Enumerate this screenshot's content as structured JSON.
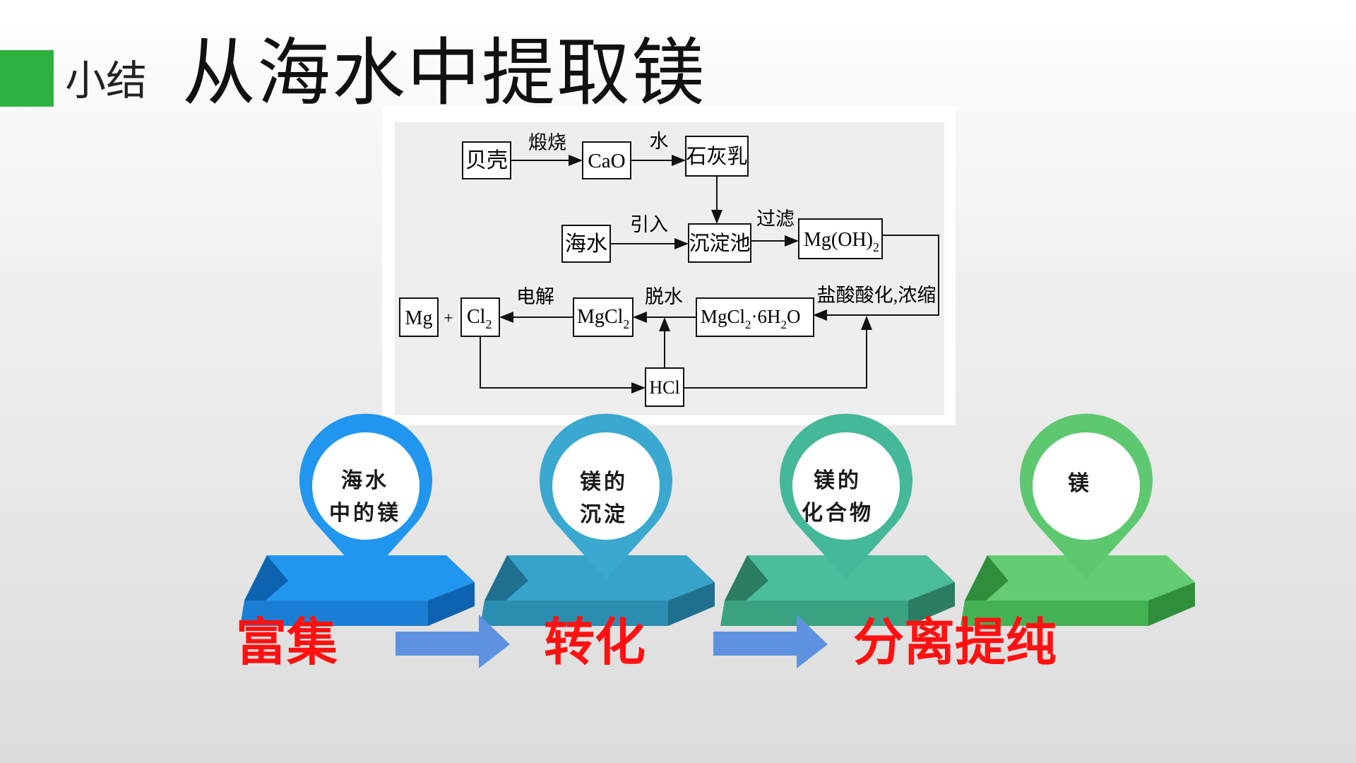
{
  "slide": {
    "label": "小结",
    "title": "从海水中提取镁"
  },
  "flow": {
    "nodes": {
      "shell": "贝壳",
      "cao": "CaO",
      "lime": "石灰乳",
      "seawater": "海水",
      "tank": "沉淀池",
      "mgoh_base": "Mg(OH)",
      "mgoh_sub": "2",
      "mgcl6_a": "MgCl",
      "mgcl6_sub": "2",
      "mgcl6_b": "·6H",
      "mgcl6_sub2": "2",
      "mgcl6_c": "O",
      "mgcl2_base": "MgCl",
      "mgcl2_sub": "2",
      "cl2_base": "Cl",
      "cl2_sub": "2",
      "mg": "Mg",
      "plus": "+",
      "hcl": "HCl"
    },
    "edges": {
      "calcine": "煅烧",
      "water": "水",
      "introduce": "引入",
      "filter": "过滤",
      "acidify": "盐酸酸化,浓缩",
      "dehydrate": "脱水",
      "electrolysis": "电解"
    }
  },
  "pins": [
    {
      "line1": "海水",
      "line2": "中的镁",
      "ring": "#2196ee",
      "top": "#2196ee",
      "side": "#0d63b0",
      "front": "#1a7fd4"
    },
    {
      "line1": "镁的",
      "line2": "沉淀",
      "ring": "#3aa8cf",
      "top": "#37a3c8",
      "side": "#1f6f8f",
      "front": "#2b8db0"
    },
    {
      "line1": "镁的",
      "line2": "化合物",
      "ring": "#45b89a",
      "top": "#4bbc9c",
      "side": "#2a7c62",
      "front": "#3aa283"
    },
    {
      "line1": "镁",
      "line2": "",
      "ring": "#5dc86f",
      "top": "#64cc73",
      "side": "#2f8e3b",
      "front": "#44b253"
    }
  ],
  "stages": [
    "富集",
    "转化",
    "分离提纯"
  ],
  "colors": {
    "accent": "#2fb13f",
    "stage_text": "#ff1111",
    "arrow": "#5e92e0"
  }
}
